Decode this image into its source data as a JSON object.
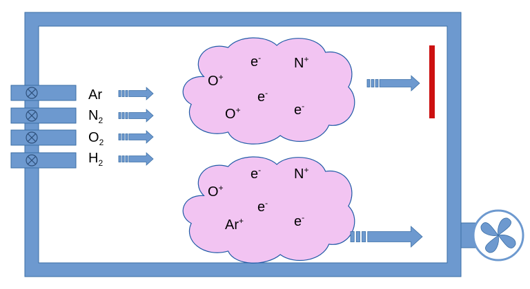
{
  "colors": {
    "chamber": "#6d99cf",
    "chamber_outline": "#3a6ea5",
    "cloud_fill": "#f2c4f2",
    "cloud_outline": "#1f5aa6",
    "target": "#cc1111",
    "background": "#ffffff"
  },
  "icons": {
    "valve": "valve-icon",
    "fan": "fan-icon",
    "arrow": "flow-arrow-icon"
  },
  "gases": [
    {
      "symbol": "Ar",
      "subscript": ""
    },
    {
      "symbol": "N",
      "subscript": "2"
    },
    {
      "symbol": "O",
      "subscript": "2"
    },
    {
      "symbol": "H",
      "subscript": "2"
    }
  ],
  "plasma_top": [
    {
      "base": "e",
      "charge": "-"
    },
    {
      "base": "N",
      "charge": "+"
    },
    {
      "base": "O",
      "charge": "+"
    },
    {
      "base": "e",
      "charge": "-"
    },
    {
      "base": "O",
      "charge": "+"
    },
    {
      "base": "e",
      "charge": "-"
    }
  ],
  "plasma_bottom": [
    {
      "base": "e",
      "charge": "-"
    },
    {
      "base": "N",
      "charge": "+"
    },
    {
      "base": "O",
      "charge": "+"
    },
    {
      "base": "e",
      "charge": "-"
    },
    {
      "base": "Ar",
      "charge": "+"
    },
    {
      "base": "e",
      "charge": "-"
    }
  ]
}
